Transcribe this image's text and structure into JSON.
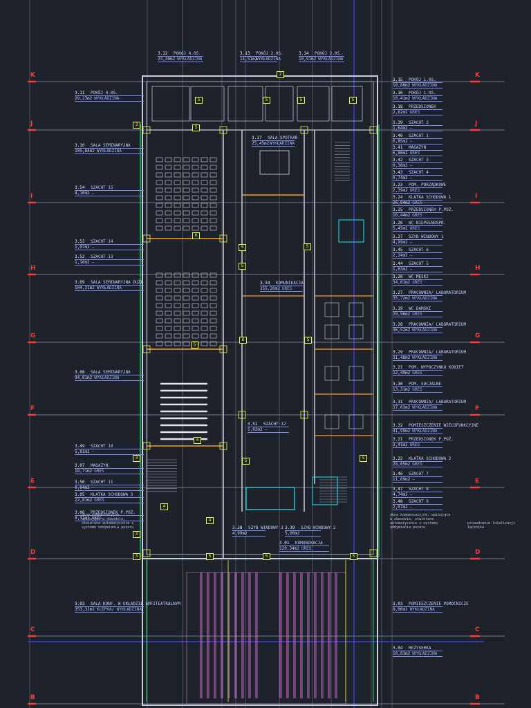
{
  "axes": [
    "K",
    "J",
    "I",
    "H",
    "G",
    "F",
    "E",
    "D",
    "C",
    "B"
  ],
  "rooms_left": [
    {
      "num": "3.11",
      "name": "POKÓJ 4.0S.",
      "area": "29,23m2",
      "finish": "WYKŁADZINA"
    },
    {
      "num": "3.10",
      "name": "SALA SEMINARYJNA",
      "area": "105,84m2",
      "finish": "WYKŁADZINA"
    },
    {
      "num": "3.54",
      "name": "SZACHT 15",
      "area": "4,10m2",
      "finish": "—"
    },
    {
      "num": "3.53",
      "name": "SZACHT 14",
      "area": "1,07m2",
      "finish": "—"
    },
    {
      "num": "3.52",
      "name": "SZACHT 13",
      "area": "1,16m2",
      "finish": "—"
    },
    {
      "num": "3.09",
      "name": "SALA SEMINARYJNA DUŻA",
      "area": "104,31m2",
      "finish": "WYKŁADZINA"
    },
    {
      "num": "3.08",
      "name": "SALA SEMINARYJNA",
      "area": "94,81m2",
      "finish": "WYKŁADZINA"
    },
    {
      "num": "3.49",
      "name": "SZACHT 10",
      "area": "5,81m2",
      "finish": "—"
    },
    {
      "num": "3.07",
      "name": "MAGAZYN",
      "area": "18,71m2",
      "finish": "GRES"
    },
    {
      "num": "3.50",
      "name": "SZACHT 11",
      "area": "0,84m2",
      "finish": "—"
    },
    {
      "num": "3.05",
      "name": "KLATKA SCHODOWA 3",
      "area": "22,81m2",
      "finish": "GRES"
    },
    {
      "num": "3.06",
      "name": "PRZEDSIONEK P.POŻ.",
      "area": "8,31m2",
      "finish": "GRES"
    },
    {
      "num": "3.02",
      "name": "SALA KONF. W UKŁADZIE AMFITEATRALNYM",
      "area": "353,31m2",
      "finish": "KLEPKA/ WYKŁADZINA"
    }
  ],
  "rooms_top": [
    {
      "num": "3.12",
      "name": "POKÓJ 4.0S.",
      "area": "23,40m2",
      "finish": "WYKŁADZINA"
    },
    {
      "num": "3.13",
      "name": "POKÓJ 2.0S.",
      "area": "11,51m2",
      "finish": "WYKŁADZINA"
    },
    {
      "num": "3.14",
      "name": "POKÓJ 2.0S.",
      "area": "10,91m2",
      "finish": "WYKŁADZINA"
    }
  ],
  "rooms_right": [
    {
      "num": "3.15",
      "name": "POKÓJ 1.0S.",
      "area": "10,88m2",
      "finish": "WYKŁADZINA"
    },
    {
      "num": "3.16",
      "name": "POKÓJ 1.0S.",
      "area": "10,41m2",
      "finish": "WYKŁADZINA"
    },
    {
      "num": "3.18",
      "name": "PRZEDSIONEK",
      "area": "2,62m2",
      "finish": "GRES"
    },
    {
      "num": "3.39",
      "name": "SZACHT 2",
      "area": "1,64m2",
      "finish": "—"
    },
    {
      "num": "3.40",
      "name": "SZACHT 1",
      "area": "0,85m2",
      "finish": "—"
    },
    {
      "num": "3.41",
      "name": "MAGAZYN",
      "area": "6,86m2",
      "finish": "GRES"
    },
    {
      "num": "3.42",
      "name": "SZACHT 3",
      "area": "0,38m2",
      "finish": "—"
    },
    {
      "num": "3.43",
      "name": "SZACHT 4",
      "area": "0,74m2",
      "finish": "—"
    },
    {
      "num": "3.23",
      "name": "POM. PORZĄDKOWE",
      "area": "2,39m2",
      "finish": "GRES"
    },
    {
      "num": "3.24",
      "name": "KLATKA SCHODOWA 1",
      "area": "26,84m2",
      "finish": "GRES"
    },
    {
      "num": "3.25",
      "name": "PRZEDSIONEK P.POŻ.",
      "area": "16,44m2",
      "finish": "GRES"
    },
    {
      "num": "3.26",
      "name": "WC NIEPEŁNOSPR.",
      "area": "5,45m2",
      "finish": "GRES"
    },
    {
      "num": "3.37",
      "name": "SZYB WINDOWY 1",
      "area": "4,99m2",
      "finish": "—"
    },
    {
      "num": "3.45",
      "name": "SZACHT 6",
      "area": "2,24m2",
      "finish": "—"
    },
    {
      "num": "3.44",
      "name": "SZACHT 5",
      "area": "1,63m2",
      "finish": "—"
    },
    {
      "num": "3.20",
      "name": "WC MĘSKI",
      "area": "34,61m2",
      "finish": "GRES"
    },
    {
      "num": "3.27",
      "name": "PRACOWNIA/ LABORATORIUM",
      "area": "35,72m2",
      "finish": "WYKŁADZINA"
    },
    {
      "num": "3.19",
      "name": "WC DAMSKI",
      "area": "29,96m2",
      "finish": "GRES"
    },
    {
      "num": "3.28",
      "name": "PRACOWNIA/ LABORATORIUM",
      "area": "36,52m2",
      "finish": "WYKŁADZINA"
    },
    {
      "num": "3.29",
      "name": "PRACOWNIA/ LABORATORIUM",
      "area": "31,48m2",
      "finish": "WYKŁADZINA"
    },
    {
      "num": "3.21",
      "name": "POM. WYPOCZYNKU KOBIET",
      "area": "12,40m2",
      "finish": "GRES"
    },
    {
      "num": "3.30",
      "name": "POM. SOCJALNE",
      "area": "13,31m2",
      "finish": "GRES"
    },
    {
      "num": "3.31",
      "name": "PRACOWNIA/ LABORATORIUM",
      "area": "37,03m2",
      "finish": "WYKŁADZINA"
    },
    {
      "num": "3.32",
      "name": "POMIESZCZENIE WIELOFUNKCYJNE",
      "area": "41,99m2",
      "finish": "WYKŁADZINA"
    },
    {
      "num": "3.21",
      "name": "PRZEDSIONEK P.POŻ.",
      "area": "3,41m2",
      "finish": "GRES"
    },
    {
      "num": "3.22",
      "name": "KLATKA SCHODOWA 2",
      "area": "28,65m2",
      "finish": "GRES"
    },
    {
      "num": "3.46",
      "name": "SZACHT 7",
      "area": "11,69m2",
      "finish": "—"
    },
    {
      "num": "3.47",
      "name": "SZACHT 8",
      "area": "4,74m2",
      "finish": "—"
    },
    {
      "num": "3.48",
      "name": "SZACHT 9",
      "area": "2,07m2",
      "finish": "—"
    },
    {
      "num": "3.03",
      "name": "POMIESZCZENIE POMOCNICZE",
      "area": "8,06m2",
      "finish": "WYKŁADZINA"
    },
    {
      "num": "3.04",
      "name": "REŻYSERKA",
      "area": "10,03m2",
      "finish": "WYKŁADZINA"
    }
  ],
  "rooms_center": [
    {
      "num": "3.17",
      "name": "SALA SPOTKAŃ",
      "area": "25,45m2",
      "finish": "WYKŁADZINA"
    },
    {
      "num": "3.34",
      "name": "KOMUNIKACJA",
      "area": "155,26m2",
      "finish": "GRES"
    },
    {
      "num": "3.51",
      "name": "SZACHT 12",
      "area": "5,02m2",
      "finish": "—"
    },
    {
      "num": "3.38",
      "name": "SZYB WINDOWY 3",
      "area": "4,99m2",
      "finish": ""
    },
    {
      "num": "3.39",
      "name": "SZYB WINDOWY 2",
      "area": "5,00m2",
      "finish": ""
    },
    {
      "num": "3.01",
      "name": "KOMUNIKACJA",
      "area": "120,34m2",
      "finish": "GRES"
    }
  ],
  "notes": {
    "left": "okna kompensacyjne, wpisujące w obwodzie, otwierane automatycznie z systemu oddymiania pożaru",
    "right": "okna kompensacyjne, wpisujące w obwodzie, otwierane automatycznie z systemu oddymiania pożaru",
    "far_right": "prowadzenie lokalizacji łącznika"
  },
  "colors": {
    "bg": "#1e222b",
    "axis": "#ff3a3a",
    "wall": "#c8cfe0",
    "highlight": "#e6ff3a",
    "blue": "#3a4cff",
    "orange": "#ff9a2a",
    "green": "#27d86a"
  }
}
